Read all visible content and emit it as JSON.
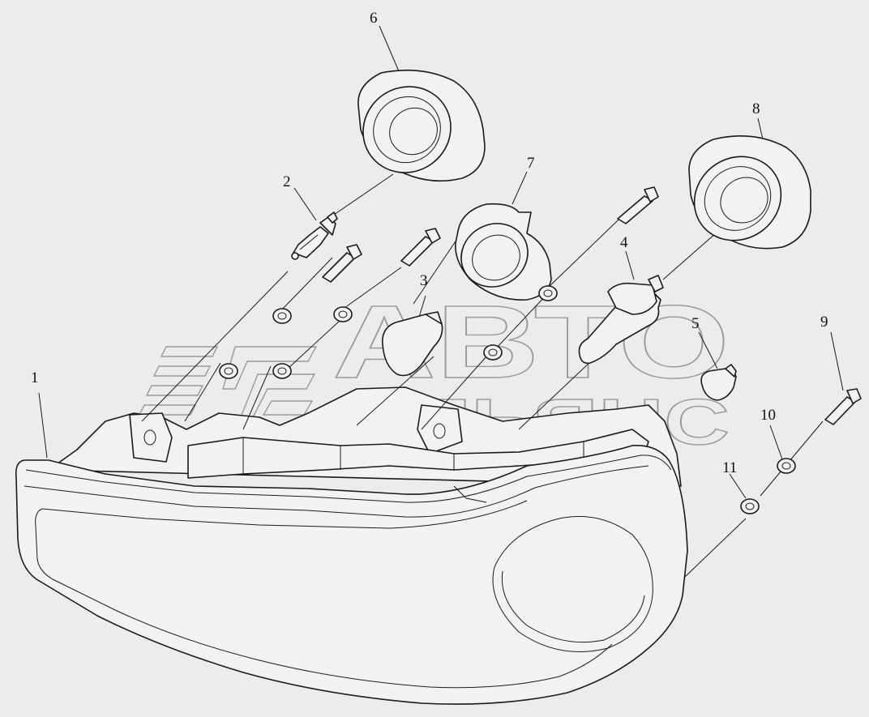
{
  "diagram": {
    "callouts": [
      "1",
      "2",
      "3",
      "4",
      "5",
      "6",
      "7",
      "8",
      "9",
      "10",
      "11"
    ],
    "watermark": {
      "line1": "АВТО",
      "line2": "АЛЬЯНС"
    }
  }
}
